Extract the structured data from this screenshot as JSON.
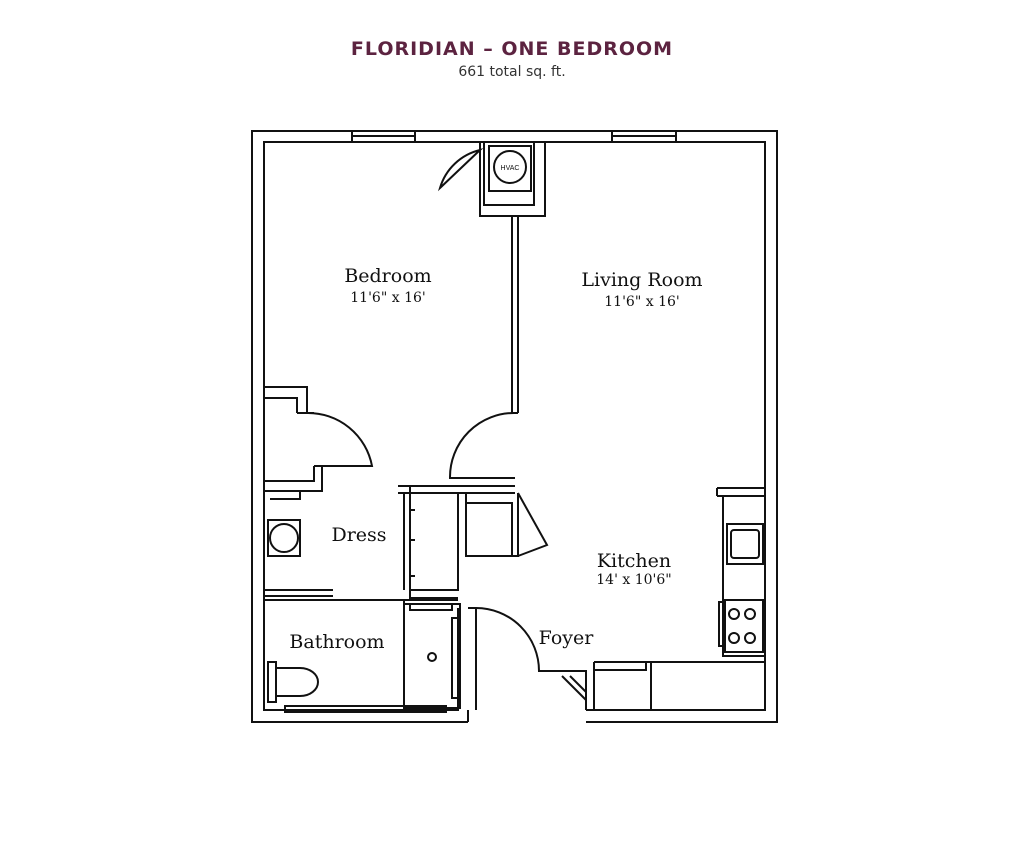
{
  "header": {
    "title": "FLORIDIAN – ONE BEDROOM",
    "subtitle": "661 total sq. ft."
  },
  "rooms": {
    "bedroom": {
      "name": "Bedroom",
      "dims": "11'6\" x 16'"
    },
    "living_room": {
      "name": "Living Room",
      "dims": "11'6\" x 16'"
    },
    "kitchen": {
      "name": "Kitchen",
      "dims": "14' x 10'6\""
    },
    "dress": {
      "name": "Dress"
    },
    "bathroom": {
      "name": "Bathroom"
    },
    "foyer": {
      "name": "Foyer"
    }
  },
  "fixtures": {
    "hvac": "HVAC"
  },
  "colors": {
    "title": "#5c2340",
    "walls": "#111111"
  }
}
